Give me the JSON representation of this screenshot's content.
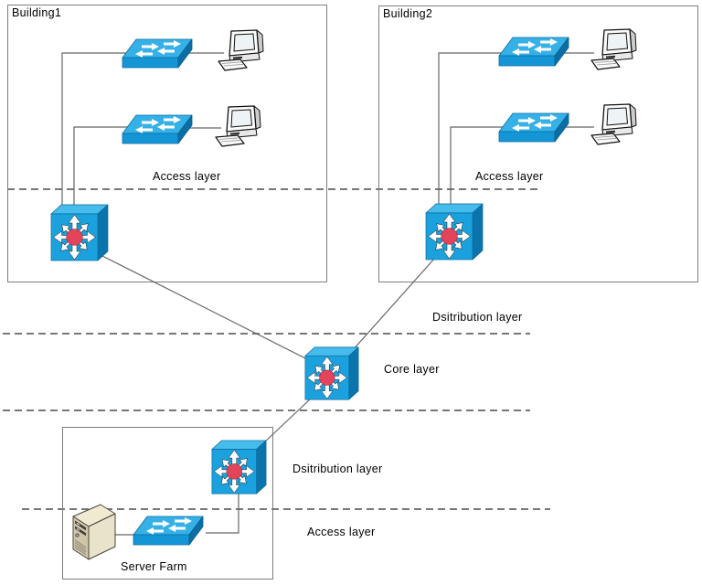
{
  "zones": {
    "building1": {
      "title": "Building1",
      "access_label": "Access layer"
    },
    "building2": {
      "title": "Building2",
      "access_label": "Access layer"
    },
    "server_farm": {
      "label": "Server Farm"
    }
  },
  "layer_labels": {
    "distribution_top": "Dsitribution layer",
    "core": "Core layer",
    "distribution_bottom": "Dsitribution layer",
    "access_bottom": "Access layer"
  },
  "topology": {
    "nodes": [
      {
        "id": "b1-access-switch-1",
        "type": "workgroup-switch",
        "zone": "Building1"
      },
      {
        "id": "b1-pc-1",
        "type": "pc",
        "zone": "Building1"
      },
      {
        "id": "b1-access-switch-2",
        "type": "workgroup-switch",
        "zone": "Building1"
      },
      {
        "id": "b1-pc-2",
        "type": "pc",
        "zone": "Building1"
      },
      {
        "id": "b1-distribution-switch",
        "type": "multilayer-switch",
        "zone": "Building1"
      },
      {
        "id": "b2-access-switch-1",
        "type": "workgroup-switch",
        "zone": "Building2"
      },
      {
        "id": "b2-pc-1",
        "type": "pc",
        "zone": "Building2"
      },
      {
        "id": "b2-access-switch-2",
        "type": "workgroup-switch",
        "zone": "Building2"
      },
      {
        "id": "b2-pc-2",
        "type": "pc",
        "zone": "Building2"
      },
      {
        "id": "b2-distribution-switch",
        "type": "multilayer-switch",
        "zone": "Building2"
      },
      {
        "id": "core-switch",
        "type": "multilayer-switch",
        "zone": "Core layer"
      },
      {
        "id": "sf-distribution-switch",
        "type": "multilayer-switch",
        "zone": "Server Farm"
      },
      {
        "id": "sf-access-switch",
        "type": "workgroup-switch",
        "zone": "Server Farm"
      },
      {
        "id": "server",
        "type": "server",
        "zone": "Server Farm"
      }
    ],
    "edges": [
      [
        "b1-access-switch-1",
        "b1-pc-1"
      ],
      [
        "b1-access-switch-1",
        "b1-distribution-switch"
      ],
      [
        "b1-access-switch-2",
        "b1-pc-2"
      ],
      [
        "b1-access-switch-2",
        "b1-distribution-switch"
      ],
      [
        "b2-access-switch-1",
        "b2-pc-1"
      ],
      [
        "b2-access-switch-1",
        "b2-distribution-switch"
      ],
      [
        "b2-access-switch-2",
        "b2-pc-2"
      ],
      [
        "b2-access-switch-2",
        "b2-distribution-switch"
      ],
      [
        "b1-distribution-switch",
        "core-switch"
      ],
      [
        "b2-distribution-switch",
        "core-switch"
      ],
      [
        "core-switch",
        "sf-distribution-switch"
      ],
      [
        "sf-distribution-switch",
        "sf-access-switch"
      ],
      [
        "server",
        "sf-access-switch"
      ]
    ]
  },
  "colors": {
    "switch_top": "#35B1E8",
    "switch_front": "#1495D6",
    "switch_side": "#0B6FA6",
    "multilayer_front": "#1BA2DE",
    "multilayer_top": "#45BCEC",
    "multilayer_side": "#0C74AC",
    "hub_dot_red": "#E2445C",
    "server_body": "#EAE3CC",
    "box_border": "#7D7D7D",
    "connection_line": "#666666",
    "dashed_line": "#777777",
    "background": "#FFFFFF",
    "text": "#000000"
  }
}
